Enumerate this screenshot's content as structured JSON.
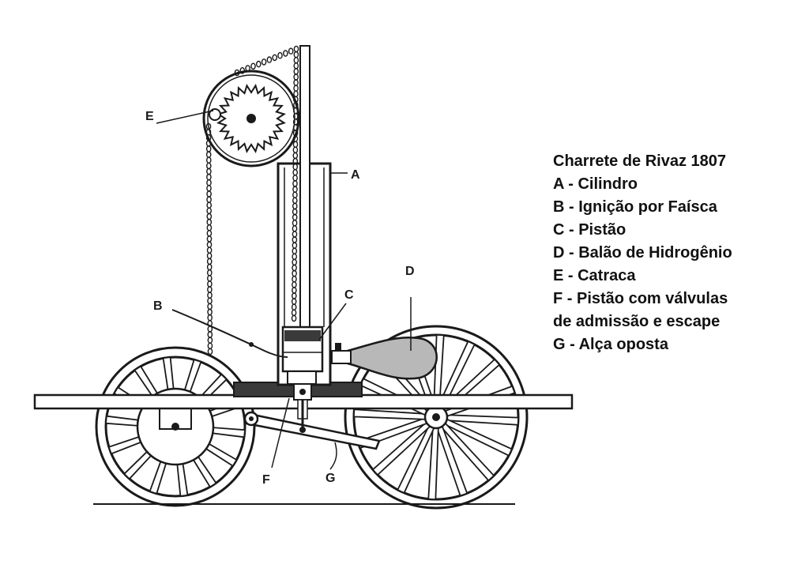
{
  "diagram": {
    "legend": [
      "Charrete de Rivaz 1807",
      "A - Cilindro",
      "B - Ignição por Faísca",
      "C - Pistão",
      "D - Balão de Hidrogênio",
      "E - Catraca",
      "F - Pistão com válvulas",
      "de admissão e escape",
      "G - Alça oposta"
    ],
    "labels": {
      "A": "A",
      "B": "B",
      "C": "C",
      "D": "D",
      "E": "E",
      "F": "F",
      "G": "G"
    },
    "colors": {
      "ink": "#1a1a1a",
      "paper": "#ffffff",
      "balloon": "#b8b8b8"
    }
  }
}
